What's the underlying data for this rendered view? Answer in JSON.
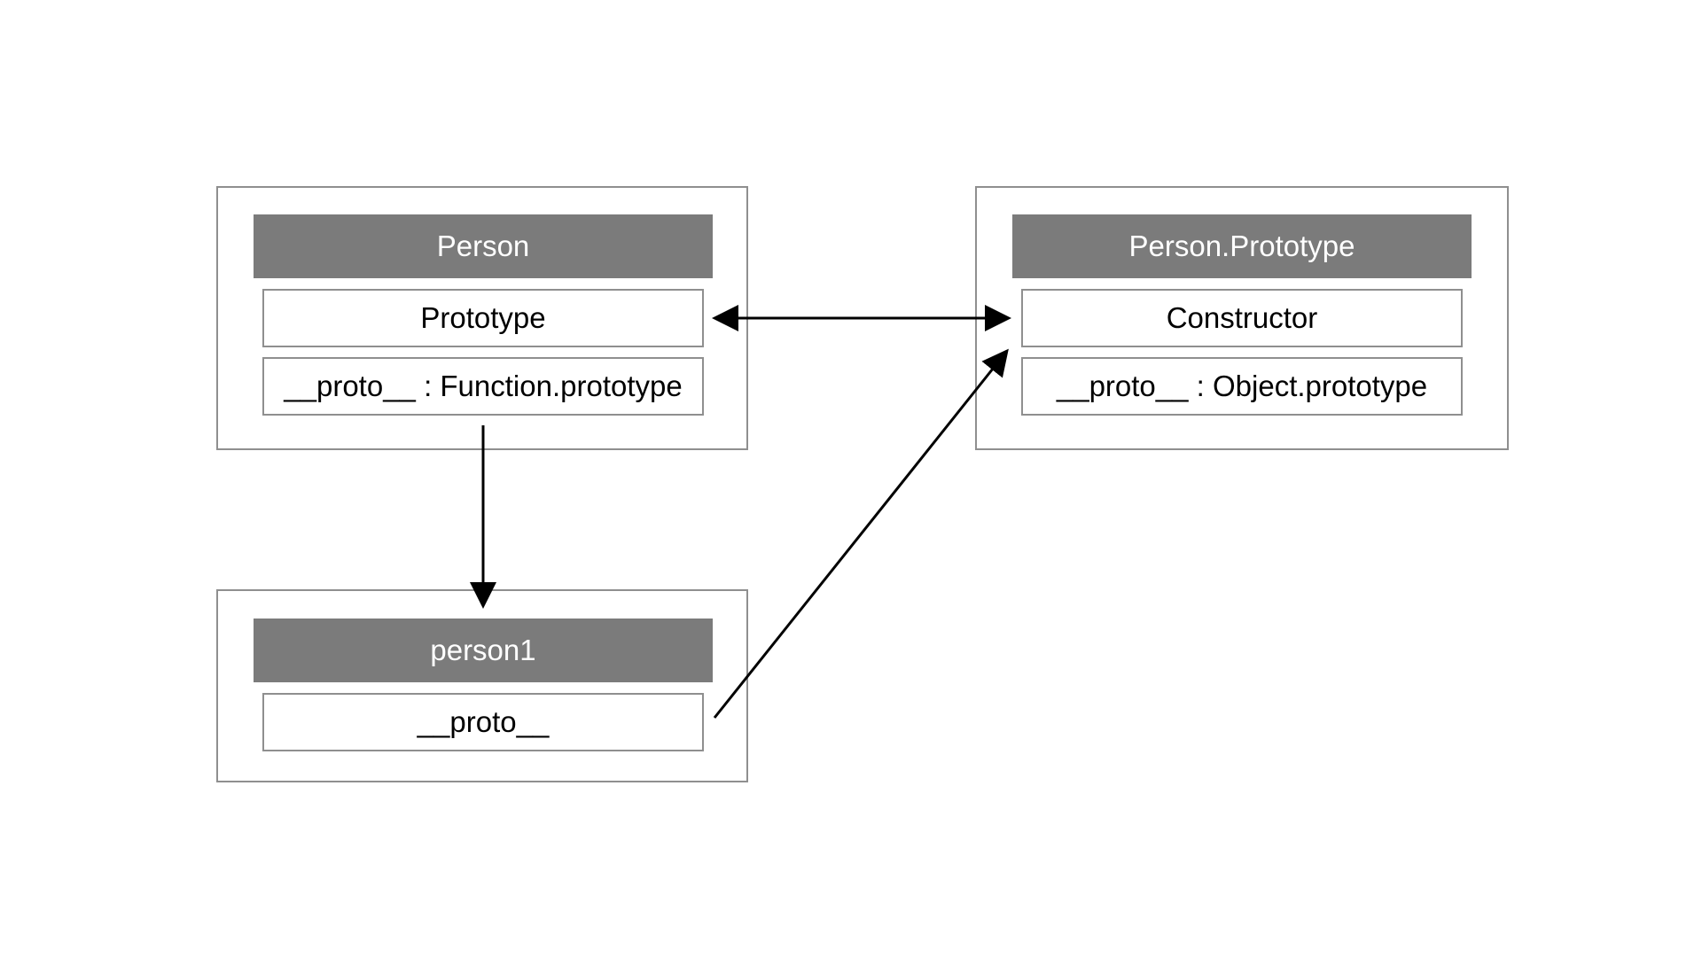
{
  "person": {
    "title": "Person",
    "prototype_field": "Prototype",
    "proto_field": "__proto__ : Function.prototype"
  },
  "person_prototype": {
    "title": "Person.Prototype",
    "constructor_field": "Constructor",
    "proto_field": "__proto__ : Object.prototype"
  },
  "person1": {
    "title": "person1",
    "proto_field": "__proto__"
  },
  "colors": {
    "header_fill": "#7b7b7b",
    "border": "#8f8f8f",
    "arrow": "#000000"
  }
}
